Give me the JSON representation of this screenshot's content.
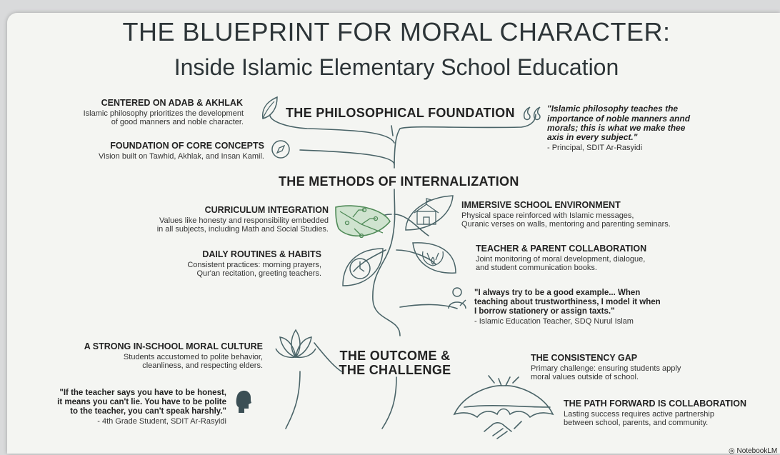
{
  "title": {
    "line1": "THE BLUEPRINT FOR MORAL CHARACTER:",
    "line2": "Inside Islamic Elementary School Education"
  },
  "foundation": {
    "heading": "THE PHILOSOPHICAL FOUNDATION",
    "adab_title": "CENTERED ON ADAB & AKHLAK",
    "adab_text1": "Islamic philosophy prioritizes the development",
    "adab_text2": "of good manners and noble character.",
    "core_title": "FOUNDATION OF CORE CONCEPTS",
    "core_text": "Vision built on Tawhid, Akhlak, and Insan Kamil.",
    "quote1": "\"Islamic philosophy teaches the",
    "quote2": "importance of noble manners annd",
    "quote3": "morals; this is what we make thee",
    "quote4": "axis in every subject.\"",
    "quote_author": "- Principal, SDIT Ar-Rasyidi"
  },
  "methods": {
    "heading": "THE METHODS OF INTERNALIZATION",
    "curriculum_title": "CURRICULUM INTEGRATION",
    "curriculum_text1": "Values like honesty and responsibility embedded",
    "curriculum_text2": "in all subjects, including Math and Social Studies.",
    "routines_title": "DAILY ROUTINES & HABITS",
    "routines_text1": "Consistent practices: morning prayers,",
    "routines_text2": "Qur'an recitation, greeting teachers.",
    "env_title": "IMMERSIVE SCHOOL ENVIRONMENT",
    "env_text1": "Physical space reinforced with Islamic messages,",
    "env_text2": "Quranic verses on walls, mentoring and parenting seminars.",
    "collab_title": "TEACHER & PARENT COLLABORATION",
    "collab_text1": "Joint monitoring of moral development, dialogue,",
    "collab_text2": "and student communication books.",
    "quote1": "\"I always try to be a good example... When",
    "quote2": "teaching about trustworthiness, I model it when",
    "quote3": "I borrow stationery or assign taxts.\"",
    "quote_author": "- Islamic Education Teacher, SDQ Nurul Islam"
  },
  "outcome": {
    "heading1": "THE OUTCOME &",
    "heading2": "THE CHALLENGE",
    "culture_title": "A STRONG IN-SCHOOL MORAL CULTURE",
    "culture_text1": "Students accustomed to polite behavior,",
    "culture_text2": "cleanliness, and respecting elders.",
    "quote1": "\"If the teacher says you have to be honest,",
    "quote2": "it means you can't lie. You have to be polite",
    "quote3": "to the teacher, you can't speak harshly.\"",
    "quote_author": "- 4th Grade Student, SDIT Ar-Rasyidi",
    "gap_title": "THE CONSISTENCY GAP",
    "gap_text1": "Primary challenge: ensuring students apply",
    "gap_text2": "moral values outside of school.",
    "path_title": "THE PATH FORWARD IS COLLABORATION",
    "path_text1": "Lasting success requires active partnership",
    "path_text2": "between school, parents, and community."
  },
  "watermark": "NotebookLM",
  "colors": {
    "line": "#4a6468",
    "accent_green": "#4f8a57",
    "text": "#222222"
  },
  "icons": [
    "leaf-icon",
    "compass-icon",
    "quote-mark-icon",
    "circuit-leaf-icon",
    "school-icon",
    "clock-icon",
    "hands-icon",
    "teacher-icon",
    "lotus-icon",
    "student-head-icon",
    "handshake-umbrella-icon"
  ]
}
